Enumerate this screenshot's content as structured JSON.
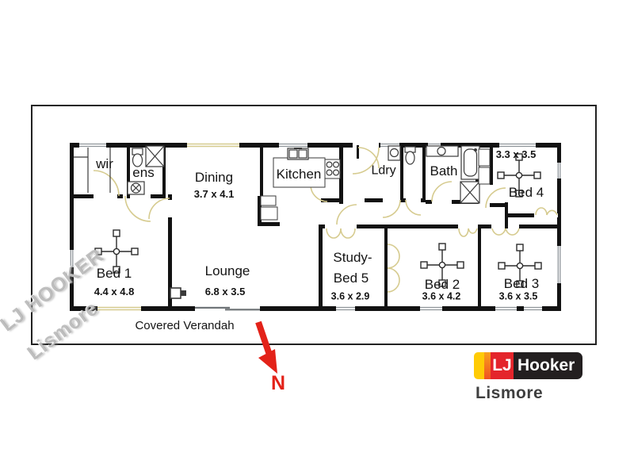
{
  "plan": {
    "rooms": [
      {
        "name": "wir",
        "label": "wir"
      },
      {
        "name": "ensuite",
        "label": "ens"
      },
      {
        "name": "dining",
        "label": "Dining",
        "dims": "3.7 x 4.1"
      },
      {
        "name": "kitchen",
        "label": "Kitchen"
      },
      {
        "name": "laundry",
        "label": "Ldry"
      },
      {
        "name": "bathroom",
        "label": "Bath"
      },
      {
        "name": "bed4",
        "label": "Bed 4",
        "dims": "3.3 x 3.5"
      },
      {
        "name": "bed1",
        "label": "Bed 1",
        "dims": "4.4 x 4.8"
      },
      {
        "name": "lounge",
        "label": "Lounge",
        "dims": "6.8 x 3.5"
      },
      {
        "name": "study-bed5",
        "label_line1": "Study-",
        "label_line2": "Bed 5",
        "dims": "3.6 x 2.9"
      },
      {
        "name": "bed2",
        "label": "Bed 2",
        "dims": "3.6 x 4.2"
      },
      {
        "name": "bed3",
        "label": "Bed 3",
        "dims": "3.6 x 3.5"
      }
    ],
    "verandah_label": "Covered Verandah",
    "compass": {
      "label": "N",
      "color": "#e32219"
    },
    "watermark": {
      "line1": "LJ HOOKER",
      "line2": "Lismore"
    },
    "fixtures": [
      "ceiling-fan",
      "toilet",
      "shower",
      "bathtub",
      "vanity-basin",
      "kitchen-sink",
      "stove",
      "laundry-tub",
      "exhaust-fan",
      "wardrobe-shelves",
      "linen-cupboard",
      "wall-heater",
      "door-swing",
      "window",
      "sliding-door"
    ],
    "colors": {
      "wall": "#111111",
      "door_arc": "#d6cb8f",
      "window": "#8f959a",
      "tan_window": "#d6cb8f"
    }
  },
  "branding": {
    "logo": {
      "lj": "LJ",
      "hooker": "Hooker",
      "yellow": "#ffcb05",
      "orange": "#f58025",
      "red": "#e4252b",
      "black": "#231f20"
    },
    "office": "Lismore"
  }
}
